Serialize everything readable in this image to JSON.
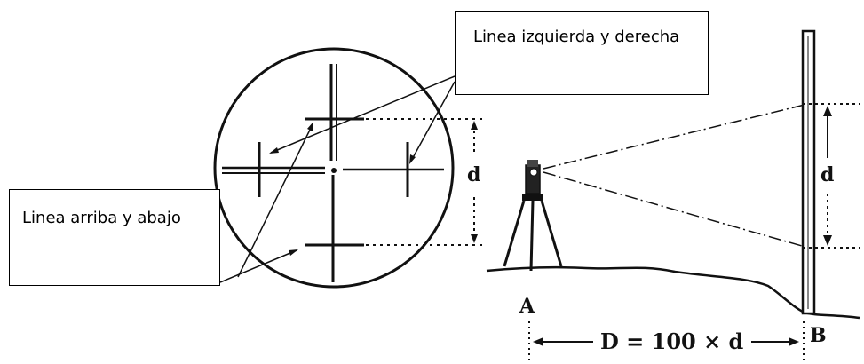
{
  "callouts": {
    "left_right": "Linea izquierda y derecha",
    "up_down": "Linea arriba y abajo"
  },
  "labels": {
    "d_reticle": "d",
    "d_rod": "d",
    "point_a": "A",
    "point_b": "B",
    "distance_formula": "D = 100 × d"
  }
}
